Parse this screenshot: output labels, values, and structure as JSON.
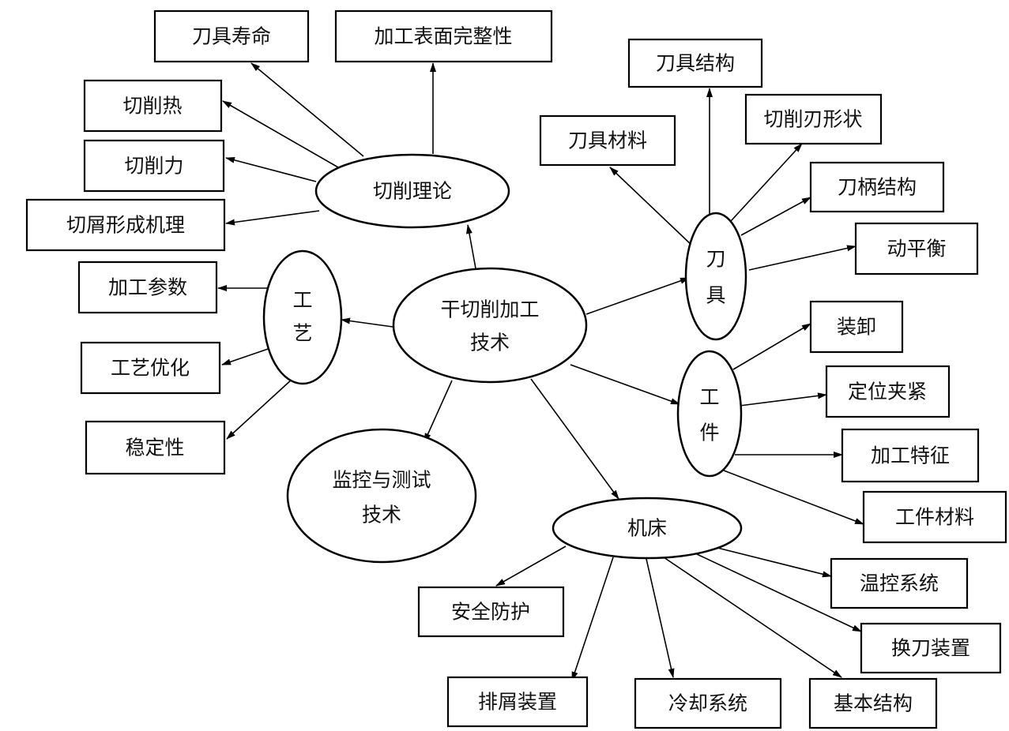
{
  "center": [
    "干切削加工",
    "技术"
  ],
  "hubs": {
    "cutting_theory": "切削理论",
    "process": [
      "工",
      "艺"
    ],
    "tool": [
      "刀",
      "具"
    ],
    "workpiece": [
      "工",
      "件"
    ],
    "machine": "机床",
    "monitoring": [
      "监控与测试",
      "技术"
    ]
  },
  "leaves": {
    "tool_life": "刀具寿命",
    "surface_integrity": "加工表面完整性",
    "cutting_heat": "切削热",
    "cutting_force": "切削力",
    "chip_formation": "切屑形成机理",
    "process_params": "加工参数",
    "process_opt": "工艺优化",
    "stability": "稳定性",
    "tool_structure": "刀具结构",
    "tool_material": "刀具材料",
    "edge_shape": "切削刃形状",
    "shank_structure": "刀柄结构",
    "dynamic_balance": "动平衡",
    "load_unload": "装卸",
    "fixturing": "定位夹紧",
    "machining_features": "加工特征",
    "workpiece_material": "工件材料",
    "temp_control": "温控系统",
    "safety": "安全防护",
    "tool_changer": "换刀装置",
    "chip_removal": "排屑装置",
    "cooling": "冷却系统",
    "basic_structure": "基本结构"
  }
}
